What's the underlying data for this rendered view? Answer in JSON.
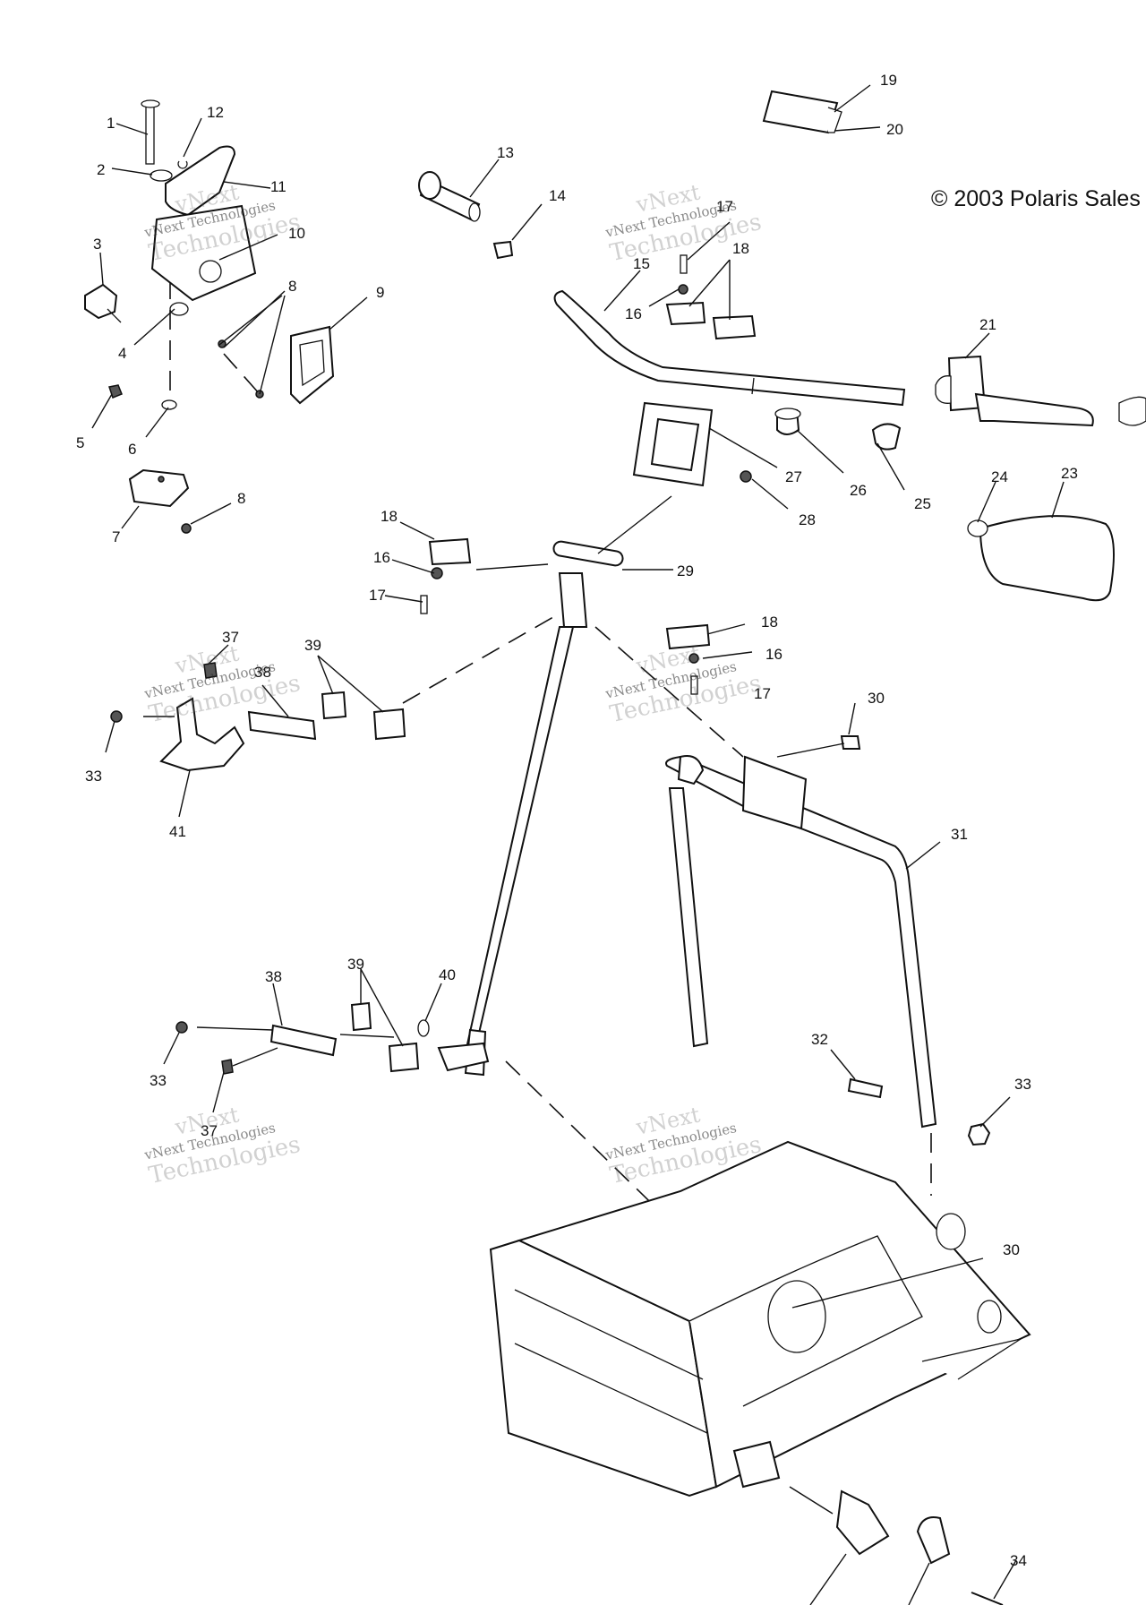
{
  "diagram": {
    "copyright": "© 2003 Polaris Sales",
    "watermark": {
      "line1": "vNext",
      "line2": "vNext Technologies",
      "line3": "Technologies"
    },
    "callouts": [
      "1",
      "2",
      "3",
      "4",
      "5",
      "6",
      "7",
      "8",
      "8",
      "9",
      "10",
      "11",
      "12",
      "13",
      "14",
      "15",
      "16",
      "16",
      "16",
      "17",
      "17",
      "17",
      "18",
      "18",
      "18",
      "19",
      "20",
      "21",
      "23",
      "24",
      "25",
      "26",
      "27",
      "28",
      "29",
      "30",
      "30",
      "31",
      "32",
      "33",
      "33",
      "33",
      "34",
      "37",
      "37",
      "38",
      "38",
      "39",
      "39",
      "40",
      "41"
    ]
  }
}
